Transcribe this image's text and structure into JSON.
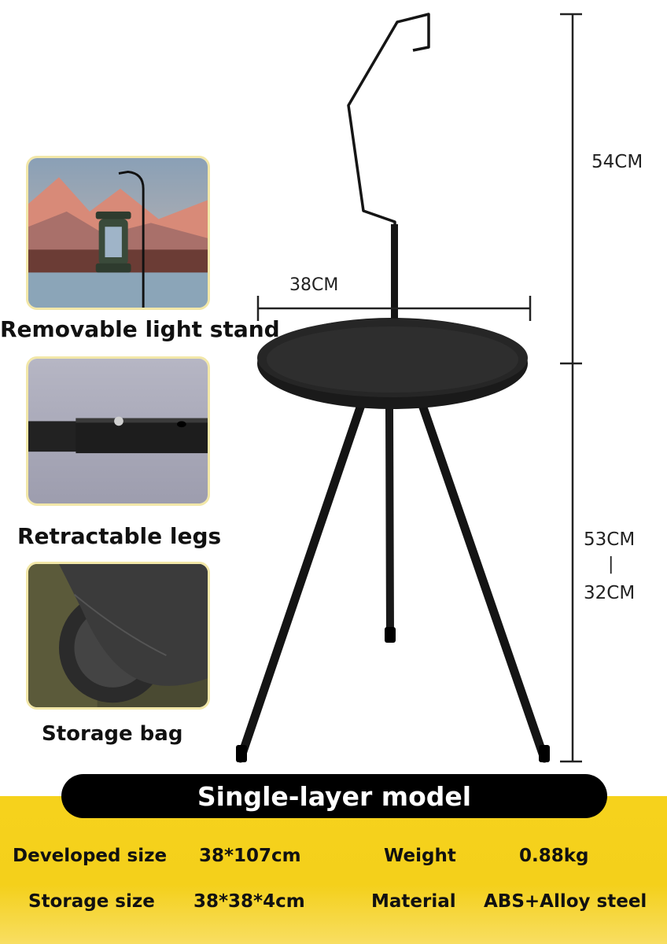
{
  "features": [
    {
      "caption": "Removable light stand",
      "icon": "lantern-on-hook-photo"
    },
    {
      "caption": "Retractable legs",
      "icon": "telescopic-leg-photo"
    },
    {
      "caption": "Storage bag",
      "icon": "storage-bag-photo"
    }
  ],
  "dimensions": {
    "diameter": "38CM",
    "hook_height": "54CM",
    "leg_height_max": "53CM",
    "leg_height_separator": "|",
    "leg_height_min": "32CM"
  },
  "banner": "Single-layer model",
  "specs": [
    {
      "label": "Developed size",
      "value": "38*107cm"
    },
    {
      "label": "Weight",
      "value": "0.88kg"
    },
    {
      "label": "Storage size",
      "value": "38*38*4cm"
    },
    {
      "label": "Material",
      "value": "ABS+Alloy steel"
    }
  ],
  "colors": {
    "accent_yellow": "#f6d21c",
    "banner": "#000000",
    "product": "#151515"
  }
}
